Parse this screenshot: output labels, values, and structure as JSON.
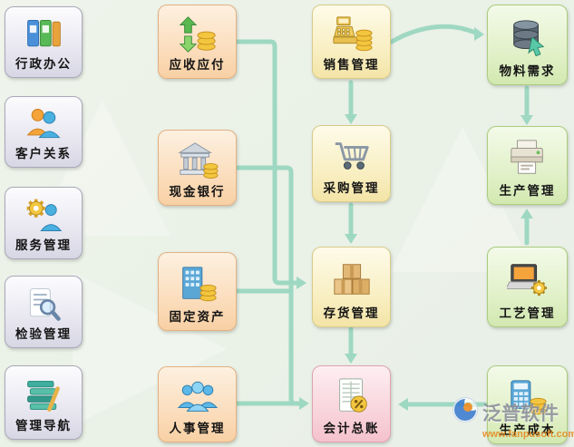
{
  "sidebar": {
    "items": [
      {
        "label": "行政办公",
        "icon": "binders-icon"
      },
      {
        "label": "客户关系",
        "icon": "customer-people-icon"
      },
      {
        "label": "服务管理",
        "icon": "service-gear-person-icon"
      },
      {
        "label": "检验管理",
        "icon": "magnifier-document-icon"
      },
      {
        "label": "管理导航",
        "icon": "stacked-boards-pencil-icon"
      }
    ]
  },
  "flow": {
    "finance_modules": [
      {
        "label": "应收应付",
        "icon": "arrows-coins-icon"
      },
      {
        "label": "现金银行",
        "icon": "bank-coins-icon"
      },
      {
        "label": "固定资产",
        "icon": "building-coins-icon"
      },
      {
        "label": "人事管理",
        "icon": "people-group-icon"
      }
    ],
    "trade_modules": [
      {
        "label": "销售管理",
        "icon": "cash-register-coins-icon"
      },
      {
        "label": "采购管理",
        "icon": "shopping-cart-icon"
      },
      {
        "label": "存货管理",
        "icon": "boxes-icon"
      },
      {
        "label": "会计总账",
        "icon": "ledger-percent-icon"
      }
    ],
    "production_modules": [
      {
        "label": "物料需求",
        "icon": "database-arrow-icon"
      },
      {
        "label": "生产管理",
        "icon": "printer-machine-icon"
      },
      {
        "label": "工艺管理",
        "icon": "laptop-gear-icon"
      },
      {
        "label": "生产成本",
        "icon": "calculator-coins-icon"
      }
    ]
  },
  "connections": [
    {
      "from": "销售管理",
      "to": "物料需求"
    },
    {
      "from": "销售管理",
      "to": "采购管理"
    },
    {
      "from": "物料需求",
      "to": "生产管理"
    },
    {
      "from": "采购管理",
      "to": "存货管理"
    },
    {
      "from": "工艺管理",
      "to": "生产管理"
    },
    {
      "from": "存货管理",
      "to": "会计总账"
    },
    {
      "from": "应收应付",
      "to": "存货管理"
    },
    {
      "from": "现金银行",
      "to": "会计总账"
    },
    {
      "from": "固定资产",
      "to": "会计总账"
    },
    {
      "from": "人事管理",
      "to": "会计总账"
    },
    {
      "from": "生产成本",
      "to": "会计总账"
    }
  ],
  "watermark": {
    "brand": "泛普软件",
    "url": "www.fanpusoft.com"
  },
  "colors": {
    "background": "#ecf2e9",
    "arrow": "#9ed8c2",
    "finance_node": "#fbdcba",
    "trade_node": "#f8eec0",
    "ledger_node": "#f8d2da",
    "production_node": "#e0f0c6",
    "sidebar_node": "#e6e5ef"
  }
}
